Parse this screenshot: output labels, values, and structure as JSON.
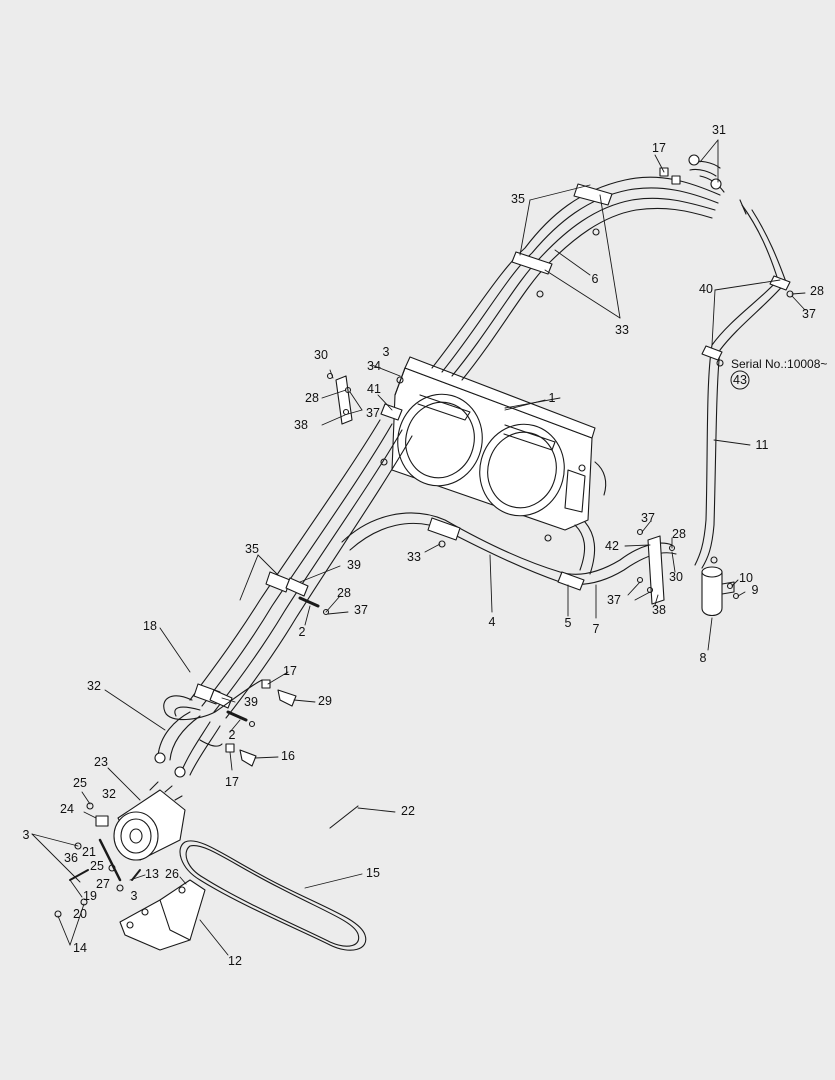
{
  "diagram": {
    "serial_note": "Serial No.:10008~",
    "serial_ref": "43",
    "colors": {
      "background": "#ececec",
      "line": "#1a1a1a",
      "part_fill": "#ffffff"
    },
    "callouts": [
      {
        "id": "c1",
        "text": "1"
      },
      {
        "id": "c2a",
        "text": "2"
      },
      {
        "id": "c2b",
        "text": "2"
      },
      {
        "id": "c3a",
        "text": "3"
      },
      {
        "id": "c3b",
        "text": "3"
      },
      {
        "id": "c3c",
        "text": "3"
      },
      {
        "id": "c4",
        "text": "4"
      },
      {
        "id": "c5",
        "text": "5"
      },
      {
        "id": "c6",
        "text": "6"
      },
      {
        "id": "c7",
        "text": "7"
      },
      {
        "id": "c8",
        "text": "8"
      },
      {
        "id": "c9",
        "text": "9"
      },
      {
        "id": "c10",
        "text": "10"
      },
      {
        "id": "c11",
        "text": "11"
      },
      {
        "id": "c12",
        "text": "12"
      },
      {
        "id": "c13",
        "text": "13"
      },
      {
        "id": "c14",
        "text": "14"
      },
      {
        "id": "c15",
        "text": "15"
      },
      {
        "id": "c16",
        "text": "16"
      },
      {
        "id": "c17a",
        "text": "17"
      },
      {
        "id": "c17b",
        "text": "17"
      },
      {
        "id": "c17c",
        "text": "17"
      },
      {
        "id": "c18",
        "text": "18"
      },
      {
        "id": "c19",
        "text": "19"
      },
      {
        "id": "c20",
        "text": "20"
      },
      {
        "id": "c21",
        "text": "21"
      },
      {
        "id": "c22",
        "text": "22"
      },
      {
        "id": "c23",
        "text": "23"
      },
      {
        "id": "c24",
        "text": "24"
      },
      {
        "id": "c25a",
        "text": "25"
      },
      {
        "id": "c25b",
        "text": "25"
      },
      {
        "id": "c26",
        "text": "26"
      },
      {
        "id": "c27",
        "text": "27"
      },
      {
        "id": "c28a",
        "text": "28"
      },
      {
        "id": "c28b",
        "text": "28"
      },
      {
        "id": "c28c",
        "text": "28"
      },
      {
        "id": "c28d",
        "text": "28"
      },
      {
        "id": "c29",
        "text": "29"
      },
      {
        "id": "c30a",
        "text": "30"
      },
      {
        "id": "c30b",
        "text": "30"
      },
      {
        "id": "c31",
        "text": "31"
      },
      {
        "id": "c32a",
        "text": "32"
      },
      {
        "id": "c32b",
        "text": "32"
      },
      {
        "id": "c33a",
        "text": "33"
      },
      {
        "id": "c33b",
        "text": "33"
      },
      {
        "id": "c34",
        "text": "34"
      },
      {
        "id": "c35a",
        "text": "35"
      },
      {
        "id": "c35b",
        "text": "35"
      },
      {
        "id": "c36",
        "text": "36"
      },
      {
        "id": "c37a",
        "text": "37"
      },
      {
        "id": "c37b",
        "text": "37"
      },
      {
        "id": "c37c",
        "text": "37"
      },
      {
        "id": "c37d",
        "text": "37"
      },
      {
        "id": "c37e",
        "text": "37"
      },
      {
        "id": "c38a",
        "text": "38"
      },
      {
        "id": "c38b",
        "text": "38"
      },
      {
        "id": "c39a",
        "text": "39"
      },
      {
        "id": "c39b",
        "text": "39"
      },
      {
        "id": "c40",
        "text": "40"
      },
      {
        "id": "c41",
        "text": "41"
      },
      {
        "id": "c42",
        "text": "42"
      }
    ]
  }
}
